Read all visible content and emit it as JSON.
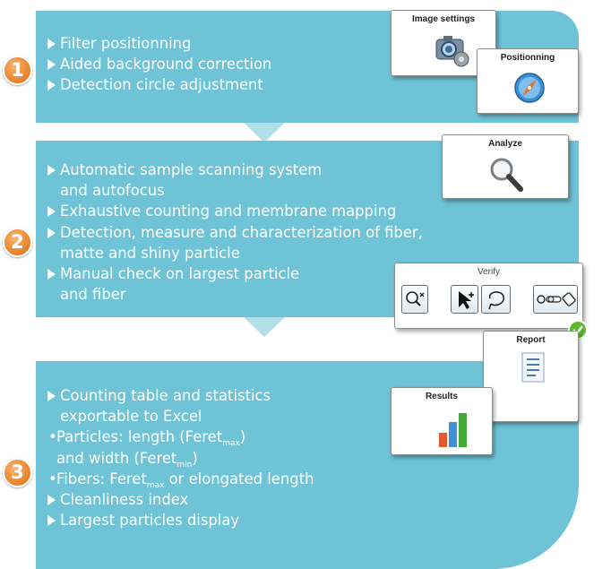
{
  "badges": {
    "one": "1",
    "two": "2",
    "three": "3"
  },
  "section1": {
    "items": [
      "Filter positionning",
      "Aided background correction",
      "Detection circle adjustment"
    ]
  },
  "section2": {
    "item1_l1": "Automatic sample scanning system",
    "item1_l2": "and autofocus",
    "item2": "Exhaustive counting and membrane mapping",
    "item3_l1": "Detection, measure and characterization of fiber,",
    "item3_l2": "matte and shiny particle",
    "item4_l1": "Manual check on largest particle",
    "item4_l2": "and fiber"
  },
  "section3": {
    "item1_l1": "Counting table and statistics",
    "item1_l2": "exportable to Excel",
    "sub1_a": "Particles: length (Feret",
    "sub1_a_sub": "max",
    "sub1_a_end": ")",
    "sub1_b": "and width (Feret",
    "sub1_b_sub": "min",
    "sub1_b_end": ")",
    "sub2_a": "Fibers: Feret",
    "sub2_sub": "max",
    "sub2_b": " or elongated length",
    "item2": "Cleanliness index",
    "item3": "Largest particles display"
  },
  "windows": {
    "image_settings": "Image settings",
    "positionning": "Positionning",
    "analyze": "Analyze",
    "verify": "Verify",
    "report": "Report",
    "results": "Results"
  },
  "icons": [
    "camera-gear-icon",
    "compass-icon",
    "magnifier-icon",
    "zoom-tool-icon",
    "cursor-add-icon",
    "lasso-icon",
    "toggle-slider-icon",
    "eraser-icon",
    "checkmark-icon",
    "report-list-icon",
    "bar-chart-icon"
  ],
  "colors": {
    "panel": "#6ec3d6",
    "arrow": "#b3dfe9",
    "badge": "#ec8a33",
    "check": "#5cb82c",
    "text": "#ffffff"
  }
}
